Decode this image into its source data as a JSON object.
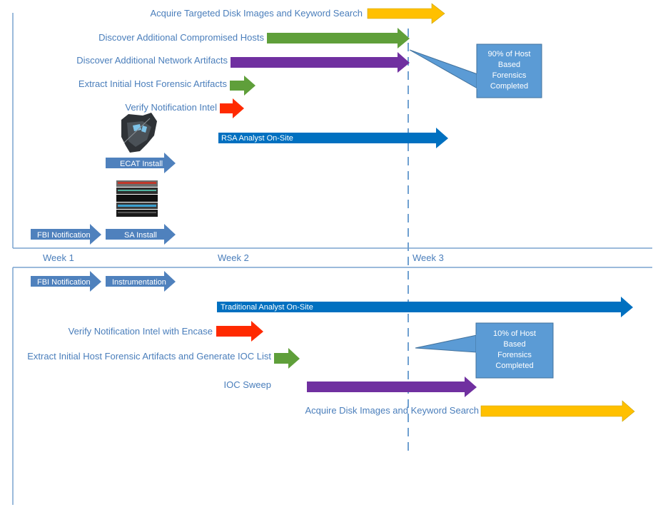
{
  "weeks": [
    "Week 1",
    "Week 2",
    "Week 3"
  ],
  "top_tasks": {
    "acquire_targeted": "Acquire Targeted Disk Images and Keyword Search",
    "discover_hosts": "Discover Additional Compromised Hosts",
    "discover_network": "Discover Additional Network Artifacts",
    "extract_initial": "Extract Initial Host Forensic Artifacts",
    "verify_intel": "Verify Notification Intel",
    "rsa_analyst": "RSA Analyst On-Site",
    "ecat_install": "ECAT Install",
    "fbi_notification": "FBI Notification",
    "sa_install": "SA Install"
  },
  "top_callout": {
    "lines": [
      "90% of Host",
      "Based",
      "Forensics",
      "Completed"
    ]
  },
  "bottom_tasks": {
    "fbi_notification": "FBI Notification",
    "instrumentation": "Instrumentation",
    "traditional_analyst": "Traditional Analyst On-Site",
    "verify_encase": "Verify Notification Intel with Encase",
    "extract_ioc": "Extract Initial Host Forensic Artifacts and Generate IOC List",
    "ioc_sweep": "IOC Sweep",
    "acquire_disk": "Acquire Disk Images and Keyword Search"
  },
  "bottom_callout": {
    "lines": [
      "10% of Host",
      "Based",
      "Forensics",
      "Completed"
    ]
  },
  "colors": {
    "yellow": "#ffc000",
    "green": "#5f9f3a",
    "purple": "#7030a0",
    "red": "#ff2a00",
    "blue": "#0070c0",
    "steel": "#4f81bd",
    "callout": "#5b9bd5",
    "line": "#6fa0d0"
  }
}
